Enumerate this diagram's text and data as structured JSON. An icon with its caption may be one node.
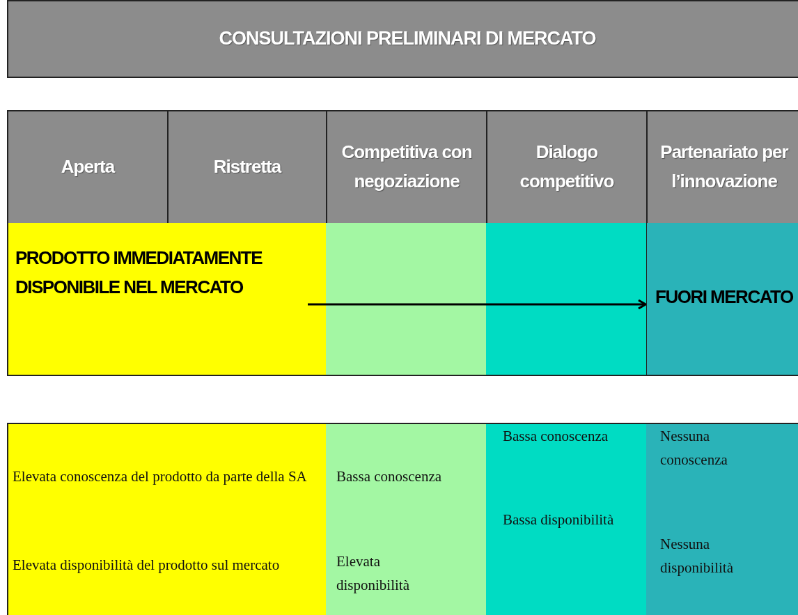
{
  "diagram": {
    "title": "CONSULTAZIONI PRELIMINARI DI MERCATO",
    "nodes": [
      {
        "text": [
          "PRODOTTO IMMEDIATAMENTE DISPONIBILE NEL MERCATO"
        ]
      },
      {
        "text": [
          "FUORI MERCATO"
        ]
      }
    ],
    "edges": [
      {
        "from": 0,
        "to": 1,
        "arrow": "to"
      }
    ],
    "labels": [
      "Aperta",
      "Ristretta",
      "Competitiva con negoziazione",
      "Dialogo competitivo",
      "Partenariato per l’innovazione",
      "Elevata conoscenza del prodotto da parte della SA",
      "Bassa conoscenza",
      "Bassa conoscenza",
      "Nessuna conoscenza",
      "Elevata disponibilità del prodotto sul mercato",
      "Elevata disponibilità",
      "Bassa disponibilità",
      "Nessuna disponibilità"
    ]
  }
}
